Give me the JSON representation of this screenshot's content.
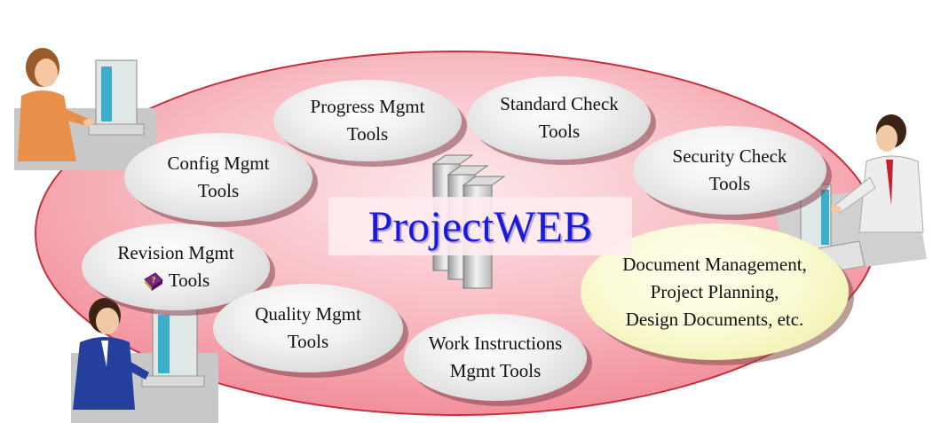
{
  "title": "ProjectWEB",
  "tools": [
    {
      "id": "progress",
      "lines": [
        "Progress Mgmt",
        "Tools"
      ]
    },
    {
      "id": "standard",
      "lines": [
        "Standard Check",
        "Tools"
      ]
    },
    {
      "id": "config",
      "lines": [
        "Config Mgmt",
        "Tools"
      ]
    },
    {
      "id": "security",
      "lines": [
        "Security Check",
        "Tools"
      ]
    },
    {
      "id": "revision",
      "lines": [
        "Revision Mgmt",
        "Tools"
      ],
      "icon": "help-book-icon"
    },
    {
      "id": "quality",
      "lines": [
        "Quality Mgmt",
        "Tools"
      ]
    },
    {
      "id": "work",
      "lines": [
        "Work Instructions",
        "Mgmt Tools"
      ]
    },
    {
      "id": "docs",
      "lines": [
        "Document Management,",
        "Project Planning,",
        "Design Documents, etc."
      ]
    }
  ],
  "colors": {
    "ellipse": "#f7a3ad",
    "ellipse_center": "#fde9ec",
    "ellipse_border": "#c4303e",
    "bubble": "#e3e3e3",
    "docs_bubble": "#f8f8c8",
    "title_text": "#1a1add"
  },
  "figures": [
    "woman-at-computer",
    "man-in-suit-at-computer",
    "man-at-computer-right"
  ],
  "center_icon": "server-tower-icon"
}
